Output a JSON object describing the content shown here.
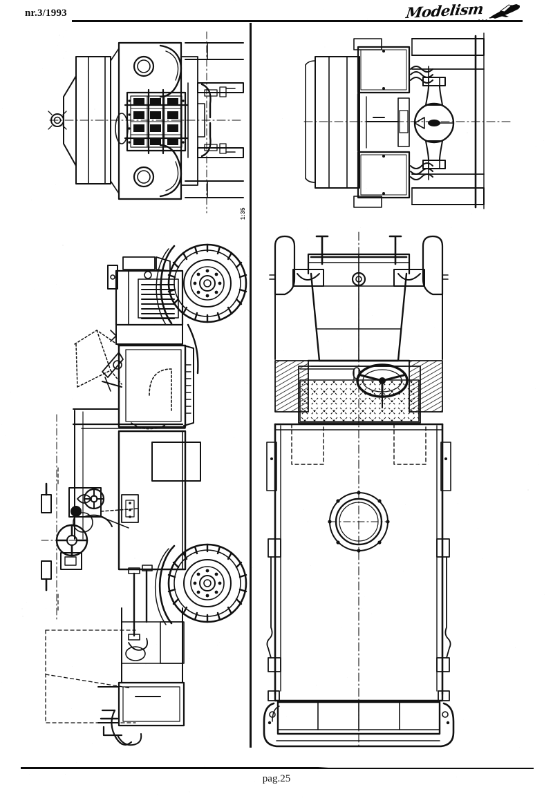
{
  "header": {
    "issue": "nr.3/1993",
    "logo_wordmark": "Modelism",
    "logo_dots": "...",
    "logo_plane_icon": "airplane-doodle-icon",
    "rule_color": "#0b0b0b"
  },
  "footer": {
    "page_label": "pag.25",
    "rule_color": "#0b0b0b"
  },
  "sheet": {
    "title": "Technical blueprint plate — military truck orthographic views",
    "scale_note": "1:35",
    "ink_color": "#111111",
    "paper_color": "#ffffff",
    "divider": "vertical-rule"
  },
  "views": [
    {
      "id": "front-view",
      "name": "front-elevation",
      "position": "top-left",
      "features": [
        "radiator-grille",
        "grille-grid-3x4",
        "headlamp-left",
        "headlamp-right",
        "front-fender-left",
        "front-fender-right",
        "front-bumper",
        "crank-starter-hole",
        "leaf-spring-front",
        "chassis-rail",
        "centerline-horizontal",
        "centerline-vertical"
      ],
      "grille_columns": 3,
      "grille_rows": 4
    },
    {
      "id": "rear-view",
      "name": "rear-elevation",
      "position": "top-right",
      "features": [
        "rear-axle-differential",
        "leaf-spring-rear-upper",
        "leaf-spring-rear-lower",
        "stowage-box-upper",
        "stowage-box-lower",
        "chassis-cross-member",
        "fuel-tank",
        "centerline-horizontal"
      ]
    },
    {
      "id": "side-view",
      "name": "side-elevation",
      "position": "left-column",
      "orientation": "rotated-90",
      "features": [
        "front-wheel",
        "rear-wheel",
        "tire-tread",
        "wheel-hub-bolts",
        "hood-louvers",
        "engine-hood",
        "cab",
        "windshield-folded",
        "cargo-bed",
        "rear-fender",
        "front-fender",
        "chassis-frame",
        "steering-linkage",
        "front-axle",
        "tow-hook",
        "running-board",
        "dashed-construction-lines"
      ],
      "louver_count": 8,
      "wheels": 2
    },
    {
      "id": "plan-view",
      "name": "top-plan",
      "position": "right-column",
      "features": [
        "engine-hood-plan",
        "windshield-frame",
        "wiper-arm-left",
        "wiper-arm-right",
        "front-fender-left",
        "front-fender-right",
        "headlamp-plan-left",
        "headlamp-plan-right",
        "steering-wheel",
        "seat-cushion-texture",
        "door-panel-hatching-left",
        "door-panel-hatching-right",
        "cargo-bed-floor",
        "ring-mount",
        "ring-mount-bolts",
        "side-rail-left",
        "side-rail-right",
        "tailgate",
        "tailgate-panels",
        "centerline-vertical"
      ],
      "ring_mount_bolt_count": 8,
      "tailgate_panels": 4
    }
  ]
}
